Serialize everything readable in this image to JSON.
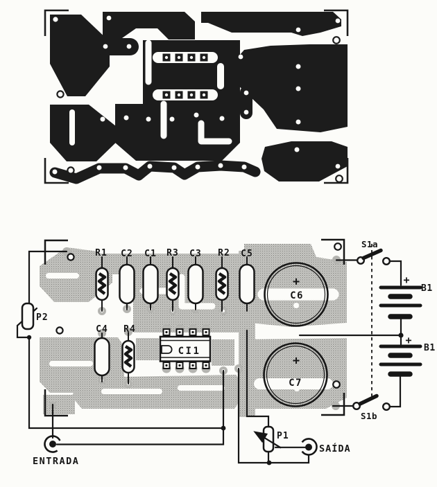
{
  "colors": {
    "paper": "#fcfcf9",
    "copper_black": "#1c1c1c",
    "screen_gray": "#b7b7b3",
    "ink": "#161616"
  },
  "components": {
    "top_row": [
      {
        "label": "R1"
      },
      {
        "label": "C2"
      },
      {
        "label": "C1"
      },
      {
        "label": "R3"
      },
      {
        "label": "C3"
      },
      {
        "label": "R2"
      },
      {
        "label": "C5"
      }
    ],
    "second_row": [
      {
        "label": "C4"
      },
      {
        "label": "R4"
      }
    ],
    "ic": {
      "label": "CI1"
    },
    "electrolytics": [
      {
        "label": "C6",
        "polarity": "+"
      },
      {
        "label": "C7",
        "polarity": "+"
      }
    ],
    "potentiometers": [
      {
        "label": "P2"
      },
      {
        "label": "P1"
      }
    ],
    "switches": [
      {
        "label": "S1a"
      },
      {
        "label": "S1b"
      }
    ],
    "batteries": [
      {
        "label": "B1",
        "polarity": "+"
      },
      {
        "label": "B1",
        "polarity": "+"
      }
    ],
    "connectors": {
      "input": "ENTRADA",
      "output": "SAÍDA"
    }
  }
}
